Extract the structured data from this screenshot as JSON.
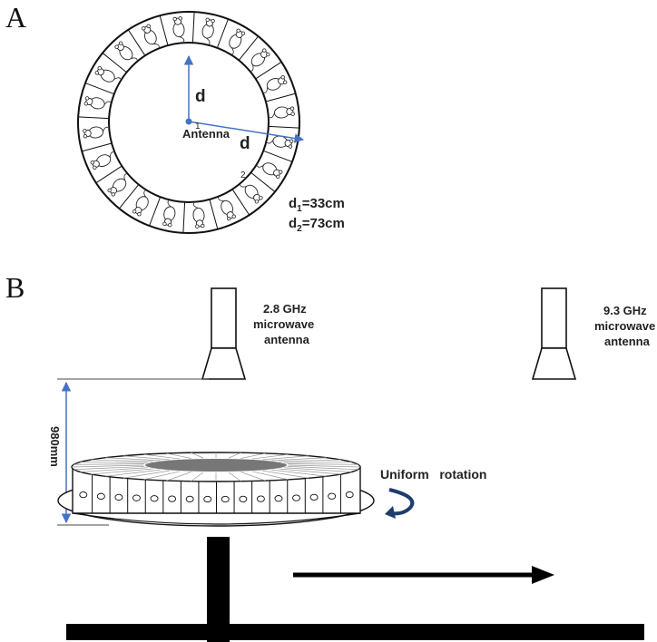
{
  "panel_a": {
    "letter": "A",
    "radius_label_vertical": "d",
    "radius_label_diagonal": "d",
    "center_label": "Antenna",
    "marker_1": "1",
    "marker_2": "2",
    "d1_label": "d1=33cm",
    "d1_main": "d",
    "d1_sub": "1",
    "d1_value": "=33cm",
    "d2_main": "d",
    "d2_sub": "2",
    "d2_value": "=73cm",
    "cage_count": 20,
    "icon": "mouse-icon"
  },
  "panel_b": {
    "letter": "B",
    "antenna_left_line1": "2.8 GHz",
    "antenna_left_line2": "microwave",
    "antenna_left_line3": "antenna",
    "antenna_right_line1": "9.3 GHz",
    "antenna_right_line2": "microwave",
    "antenna_right_line3": "antenna",
    "height_label": "980mm",
    "rotation_label": "Uniform   rotation",
    "front_cages": 16
  },
  "colors": {
    "arrow_blue": "#4472c4",
    "ink": "#111111",
    "disc_gray": "#777777"
  }
}
